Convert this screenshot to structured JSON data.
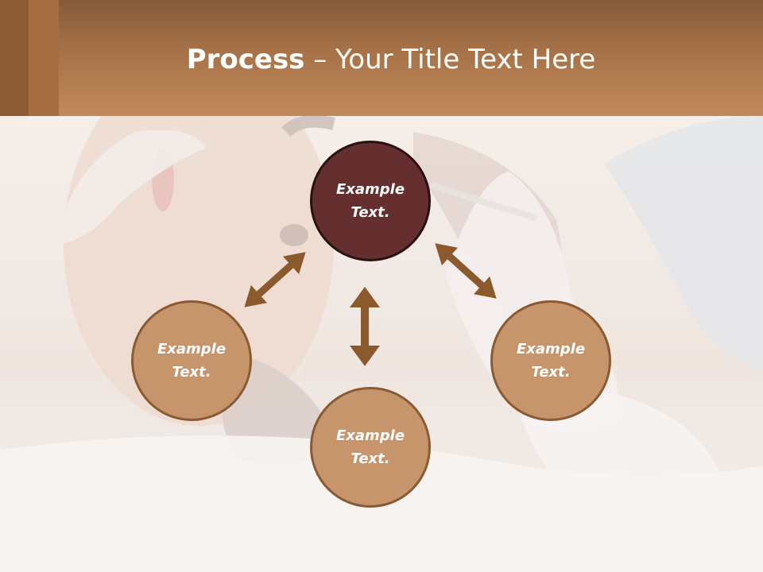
{
  "slide": {
    "title_bold": "Process",
    "title_rest": " – Your Title Text Here"
  },
  "nodes": [
    {
      "line1": "Example",
      "line2": "Text."
    },
    {
      "line1": "Example",
      "line2": "Text."
    },
    {
      "line1": "Example",
      "line2": "Text."
    },
    {
      "line1": "Example",
      "line2": "Text."
    }
  ],
  "colors": {
    "header": "#a87248",
    "node_fill": "#c6956b",
    "node_border": "#8a5a33",
    "center_node_fill": "#652f2f",
    "arrow": "#8a5a2c"
  }
}
